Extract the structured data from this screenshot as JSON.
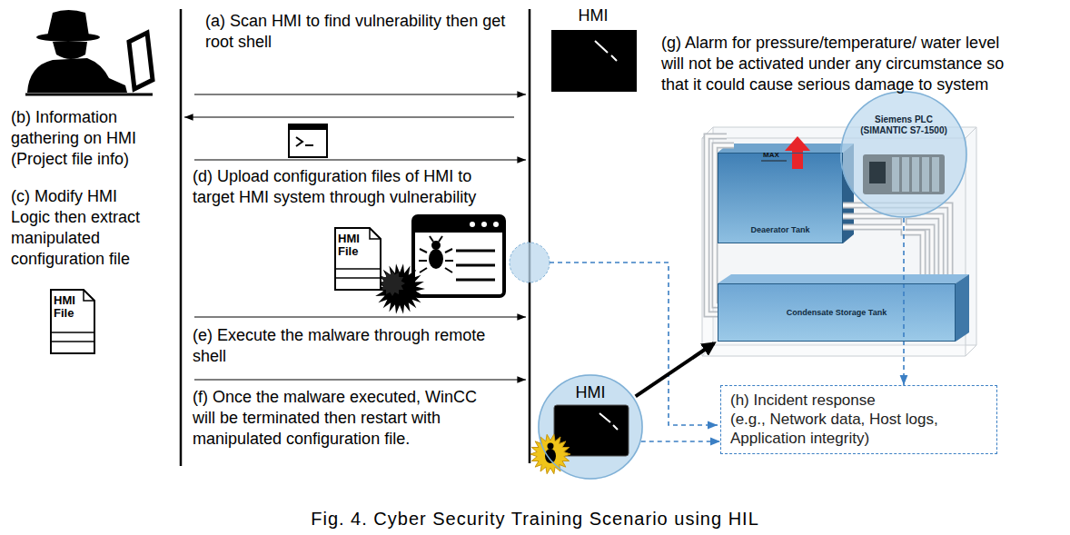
{
  "diagram": {
    "caption": "Fig. 4. Cyber Security Training Scenario using HIL",
    "nodes": [
      {
        "text": [
          "HMI File"
        ]
      },
      {
        "text": [
          "HMI File"
        ]
      },
      {
        "text": [
          "HMI"
        ]
      },
      {
        "text": [
          "Deaerator Tank"
        ]
      },
      {
        "text": [
          "Siemens PLC (SIMANTIC S7-1500)"
        ]
      },
      {
        "text": [
          "Condensate Storage Tank"
        ]
      },
      {
        "text": [
          "HMI"
        ]
      },
      {
        "text": [
          "(h) Incident response",
          "(e.g., Network data, Host logs, Application integrity)"
        ]
      }
    ],
    "edges": [
      {
        "from": 4,
        "to": 7,
        "arrow": "to"
      },
      {
        "from": 6,
        "to": 7,
        "arrow": "to"
      },
      {
        "from": 6,
        "to": 5,
        "arrow": "to"
      }
    ],
    "labels": [
      "(a) Scan HMI to find vulnerability then get root shell",
      "(b) Information gathering on HMI (Project file info)",
      "(c) Modify HMI Logic then extract manipulated configuration file",
      "(d) Upload configuration files of HMI to target HMI system through vulnerability",
      "(e) Execute the malware through remote shell",
      "(f) Once the malware executed, WinCC will be terminated then restart with manipulated configuration file.",
      "(g) Alarm for pressure/temperature/ water level will not be activated under any circumstance so that it could cause serious damage to system",
      "MAX"
    ]
  }
}
